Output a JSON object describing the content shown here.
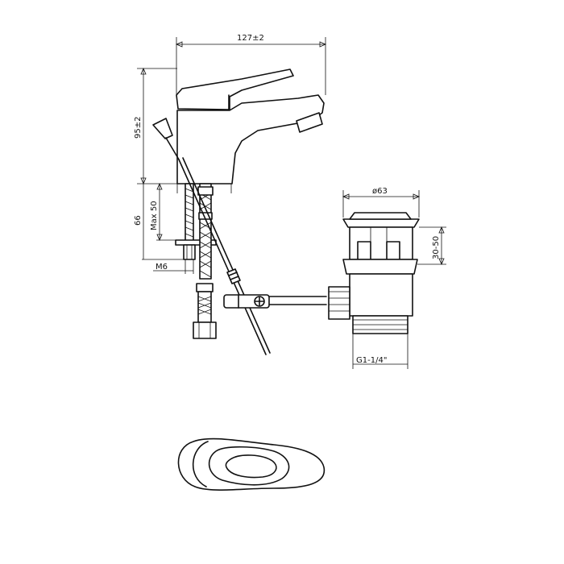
{
  "dimensions": {
    "top_width": "127±2",
    "body_height": "95±2",
    "total_lower": "66",
    "max_50": "Max 50",
    "thread_m6": "M6",
    "drain_diameter": "ø63",
    "drain_range": "30-50",
    "drain_thread": "G1-1/4\""
  },
  "colors": {
    "line": "#111111",
    "background": "#ffffff"
  }
}
